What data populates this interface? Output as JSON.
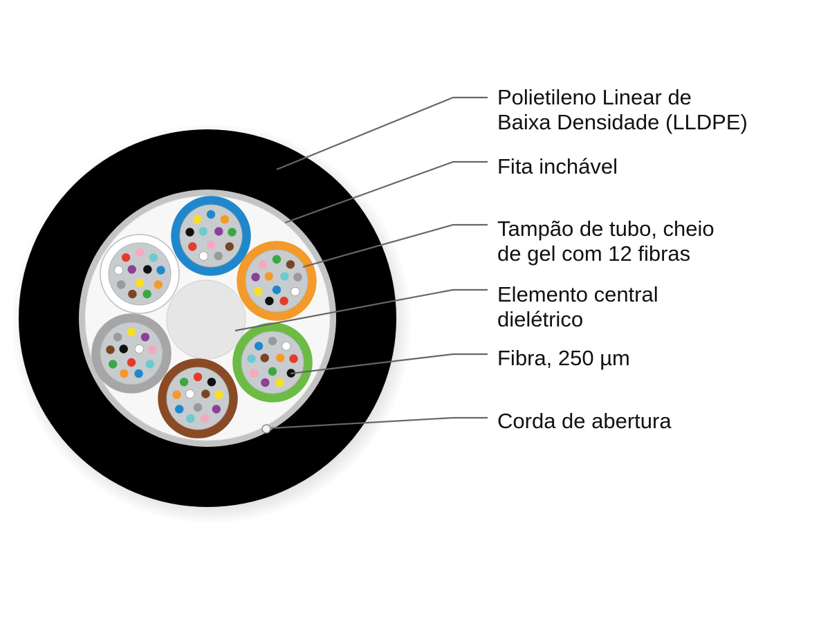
{
  "labels": {
    "lldpe": [
      "Polietileno Linear de",
      "Baixa Densidade (LLDPE)"
    ],
    "fita": [
      "Fita inchável"
    ],
    "tampao": [
      "Tampão de tubo, cheio",
      "de gel com 12 fibras"
    ],
    "elemento": [
      "Elemento central",
      "dielétrico"
    ],
    "fibra": [
      "Fibra, 250 µm"
    ],
    "corda": [
      "Corda de abertura"
    ]
  },
  "colors": {
    "jacket": "#000000",
    "tape": "#c4c4c4",
    "core_fill": "#f7f7f7",
    "central_member": "#e6e6e6",
    "gel": "#c9ccce",
    "leader_line": "#666666"
  },
  "tubes": [
    {
      "name": "blue",
      "color": "#1f88cc"
    },
    {
      "name": "orange",
      "color": "#f39a2b"
    },
    {
      "name": "green",
      "color": "#6cbb45"
    },
    {
      "name": "brown",
      "color": "#8a4a26"
    },
    {
      "name": "gray",
      "color": "#a6a6a6"
    },
    {
      "name": "white",
      "color": "#ffffff"
    }
  ],
  "fiber_colors": [
    "#1f88cc",
    "#f39a2b",
    "#3aa845",
    "#7a4525",
    "#9a9a9a",
    "#ffffff",
    "#e33b2e",
    "#111111",
    "#f7e024",
    "#8e3f98",
    "#f4a9bf",
    "#6ccbd0"
  ]
}
